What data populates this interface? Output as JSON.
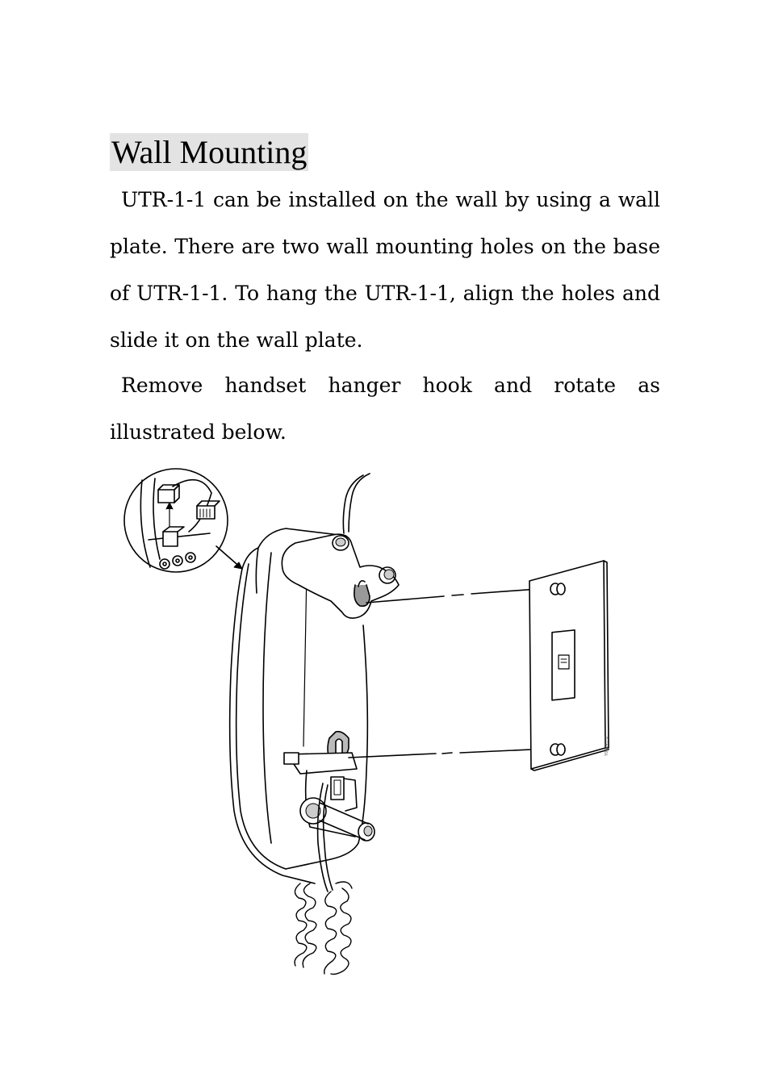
{
  "section": {
    "heading": "Wall Mounting",
    "paragraphs": [
      "UTR-1-1 can be installed on the wall by using a wall plate. There are two wall mounting holes on the base of UTR-1-1. To hang the UTR-1-1, align the holes and slide it on the wall plate.",
      "Remove handset hanger hook and rotate as illustrated below."
    ]
  },
  "figure": {
    "code": "Y00047-3"
  }
}
